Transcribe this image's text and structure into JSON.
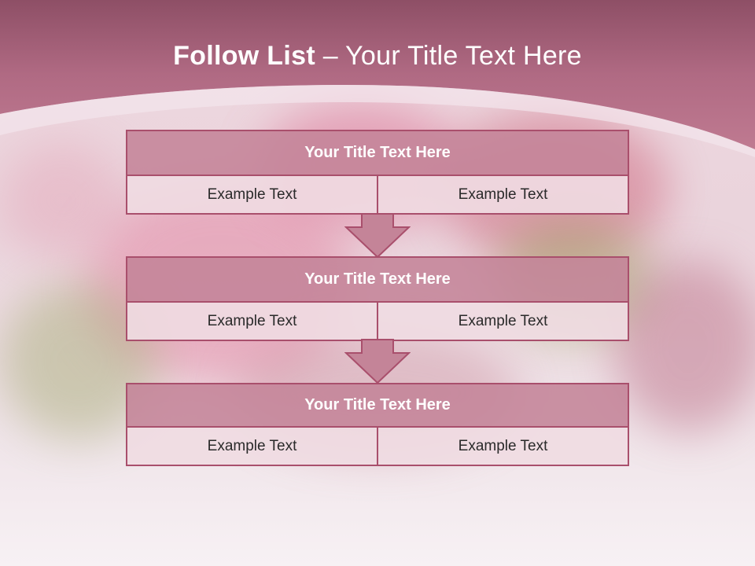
{
  "slide": {
    "title_bold": "Follow List",
    "title_rest": " – Your Title Text Here"
  },
  "blocks": [
    {
      "title": "Your Title Text Here",
      "left": "Example Text",
      "right": "Example Text"
    },
    {
      "title": "Your Title Text Here",
      "left": "Example Text",
      "right": "Example Text"
    },
    {
      "title": "Your Title Text Here",
      "left": "Example Text",
      "right": "Example Text"
    }
  ],
  "colors": {
    "header": "#b56c84",
    "border": "#a94f6c",
    "title_fill": "#c48498",
    "cell_fill": "#f0dce2"
  }
}
